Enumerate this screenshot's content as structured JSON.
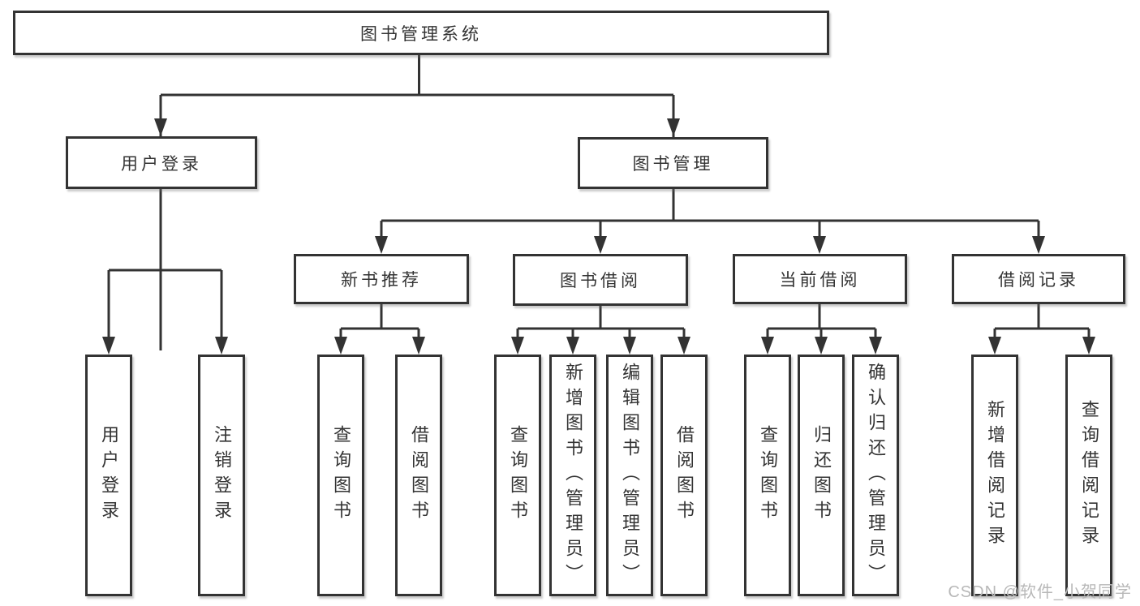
{
  "root": {
    "label": "图书管理系统"
  },
  "user_login": {
    "label": "用户登录",
    "children": {
      "login": {
        "label": "用户登录"
      },
      "logout": {
        "label": "注销登录"
      }
    }
  },
  "book_mgmt": {
    "label": "图书管理",
    "sections": {
      "new_book": {
        "label": "新书推荐",
        "children": {
          "query": {
            "label": "查询图书"
          },
          "borrow": {
            "label": "借阅图书"
          }
        }
      },
      "borrow": {
        "label": "图书借阅",
        "children": {
          "query": {
            "label": "查询图书"
          },
          "add": {
            "label": "新增图书（管理员）"
          },
          "edit": {
            "label": "编辑图书（管理员）"
          },
          "borrow": {
            "label": "借阅图书"
          }
        }
      },
      "current": {
        "label": "当前借阅",
        "children": {
          "query": {
            "label": "查询图书"
          },
          "return": {
            "label": "归还图书"
          },
          "confirm": {
            "label": "确认归还（管理员）"
          }
        }
      },
      "records": {
        "label": "借阅记录",
        "children": {
          "add": {
            "label": "新增借阅记录"
          },
          "query": {
            "label": "查询借阅记录"
          }
        }
      }
    }
  },
  "watermark": {
    "text": "CSDN @软件_小贺同学"
  },
  "colors": {
    "line": "#333333",
    "text": "#333333",
    "watermark": "#b8b8b8",
    "background": "#ffffff"
  }
}
